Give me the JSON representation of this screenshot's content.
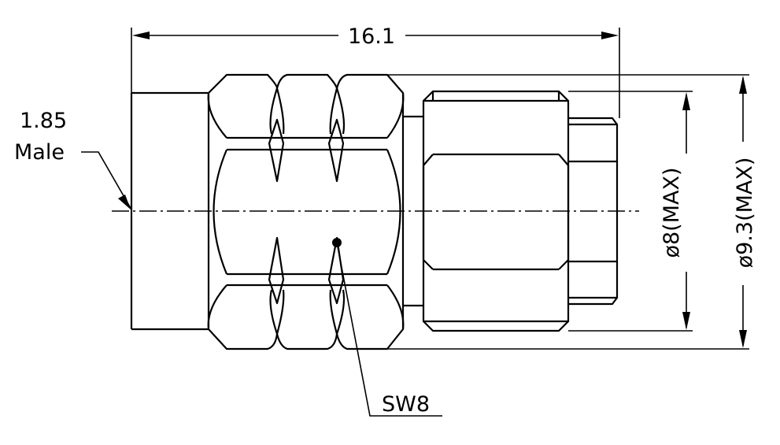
{
  "dimensions": {
    "length": "16.1",
    "diameter_body": "ø8(MAX)",
    "diameter_overall": "ø9.3(MAX)"
  },
  "labels": {
    "connector_size": "1.85",
    "connector_gender": "Male",
    "wrench_size": "SW8"
  }
}
